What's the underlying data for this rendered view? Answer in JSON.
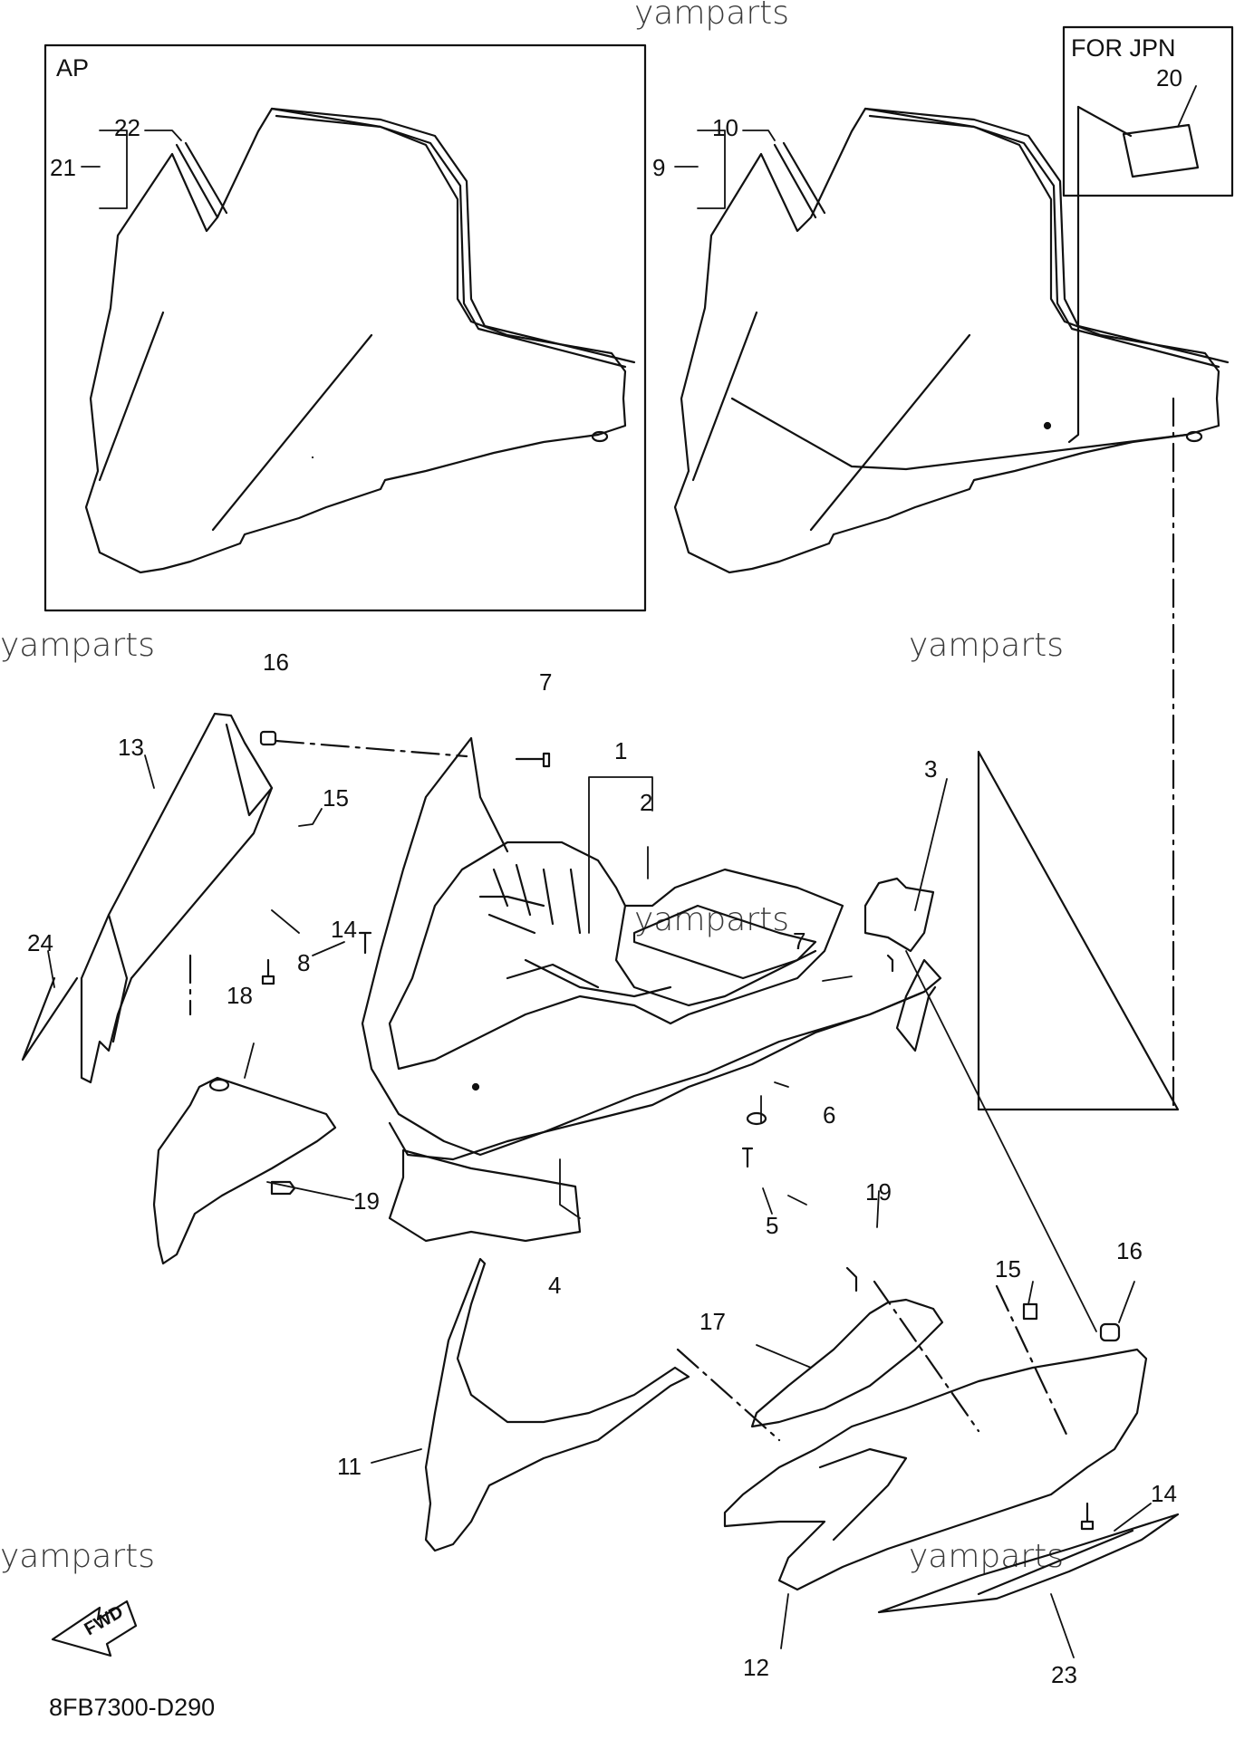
{
  "watermarks": [
    "yamparts",
    "yamparts",
    "yamparts",
    "yamparts",
    "yamparts",
    "yamparts"
  ],
  "boxes": {
    "ap": "AP",
    "jpn": "FOR JPN"
  },
  "diagram_code": "8FB7300-D290",
  "fwd_label": "FWD",
  "callouts": [
    "1",
    "2",
    "3",
    "4",
    "5",
    "6",
    "7",
    "7",
    "8",
    "9",
    "10",
    "11",
    "12",
    "13",
    "14",
    "14",
    "15",
    "15",
    "16",
    "16",
    "17",
    "18",
    "19",
    "19",
    "20",
    "21",
    "22",
    "23",
    "24"
  ]
}
